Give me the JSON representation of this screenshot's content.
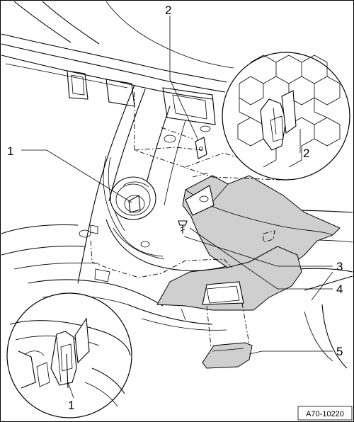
{
  "diagram": {
    "callouts": [
      "1",
      "2",
      "3",
      "4",
      "5"
    ],
    "detail_callouts": [
      "2",
      "1"
    ],
    "reference_code": "A70-10220"
  },
  "colors": {
    "trim_panel": "#cfcfcf",
    "line": "#000000",
    "background": "#ffffff"
  }
}
